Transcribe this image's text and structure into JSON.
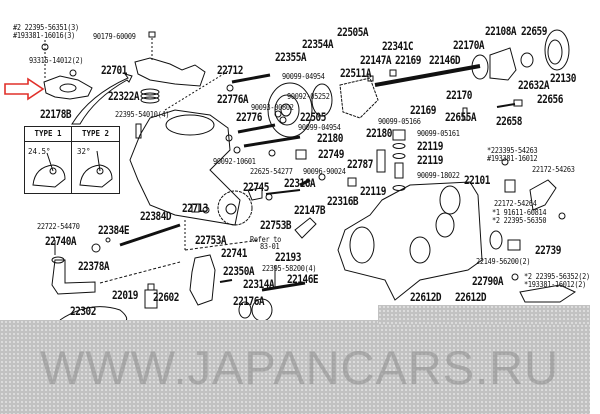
{
  "watermark": "WWW.JAPANCARS.RU",
  "type_box": {
    "type1": "TYPE 1",
    "type2": "TYPE 2",
    "angle1": "24.5°",
    "angle2": "32°"
  },
  "colors": {
    "arrow": "#e0302a",
    "line": "#111111",
    "mask": "#c2c2c2"
  },
  "labels": [
    "#2 22395-56351(3)",
    "#193381-16016(3)",
    "93315-14012(2)",
    "90179-60009",
    "22701",
    "22322A",
    "22178B",
    "22395-54010(4)",
    "22712",
    "90099-04954",
    "22776A",
    "90093-00802",
    "22776",
    "90092-10601",
    "22625-54277",
    "22745",
    "22355A",
    "22354A",
    "22505A",
    "22341C",
    "22147A",
    "22169",
    "22146D",
    "22170A",
    "22108A",
    "22659",
    "22511A",
    "22130",
    "22632A",
    "22170",
    "22169",
    "22656",
    "22655A",
    "22658",
    "90092-05252",
    "22505",
    "90099-05166",
    "90099-04954",
    "22180",
    "22180",
    "90099-05161",
    "22119",
    "22119",
    "22749",
    "22787",
    "90096-90024",
    "90099-18022",
    "22101",
    "22119",
    "22316A",
    "22316B",
    "22147B",
    "*223395-54263",
    "#193381-16012",
    "22172-54263",
    "22172-54264",
    "*1 91611-60814",
    "*2 22395-56350",
    "22739",
    "22149-56200(2)",
    "*2 22395-56352(2)",
    "*193381-16012(2)",
    "22790A",
    "22612D",
    "22612D",
    "22713",
    "22384D",
    "22722-54470",
    "22384E",
    "22740A",
    "22753A",
    "22741",
    "22753B",
    "Refer to",
    "83-01",
    "22193",
    "22395-58200(4)",
    "22378A",
    "22350A",
    "22146E",
    "22314A",
    "22019",
    "22602",
    "22302",
    "22176A"
  ]
}
